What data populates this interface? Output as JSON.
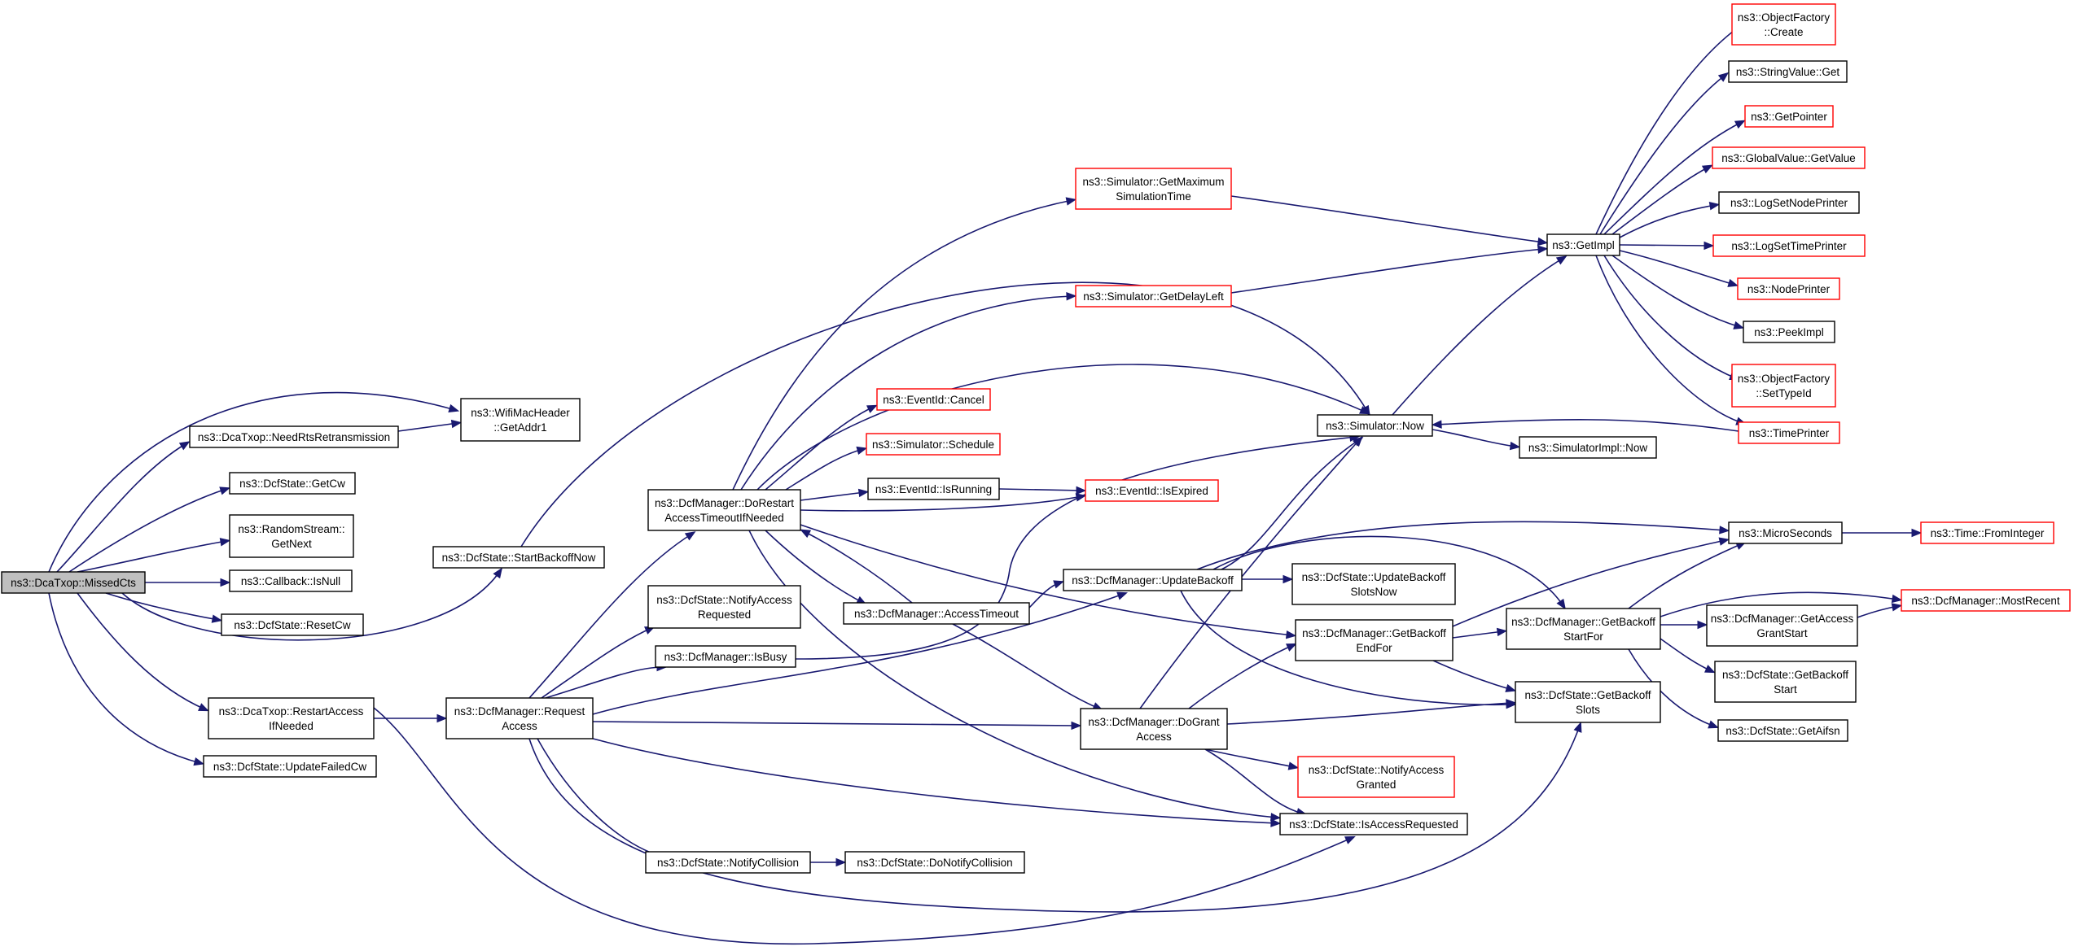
{
  "graph": {
    "kind": "call-graph",
    "colors": {
      "edge": "#191970",
      "root_fill": "#bfbfbf",
      "border_default": "#000000",
      "border_truncated": "#ff0000",
      "node_fill": "#ffffff"
    },
    "nodes": [
      {
        "id": "missedcts",
        "lines": [
          "ns3::DcaTxop::MissedCts"
        ],
        "root": true
      },
      {
        "id": "getaddr1",
        "lines": [
          "ns3::WifiMacHeader",
          "::GetAddr1"
        ]
      },
      {
        "id": "needrts",
        "lines": [
          "ns3::DcaTxop::NeedRtsRetransmission"
        ]
      },
      {
        "id": "getcw",
        "lines": [
          "ns3::DcfState::GetCw"
        ]
      },
      {
        "id": "randomgetnext",
        "lines": [
          "ns3::RandomStream::",
          "GetNext"
        ]
      },
      {
        "id": "isnull",
        "lines": [
          "ns3::Callback::IsNull"
        ]
      },
      {
        "id": "resetcw",
        "lines": [
          "ns3::DcfState::ResetCw"
        ]
      },
      {
        "id": "restartaccess",
        "lines": [
          "ns3::DcaTxop::RestartAccess",
          "IfNeeded"
        ]
      },
      {
        "id": "updatefailedcw",
        "lines": [
          "ns3::DcfState::UpdateFailedCw"
        ]
      },
      {
        "id": "startbackoffnow",
        "lines": [
          "ns3::DcfState::StartBackoffNow"
        ]
      },
      {
        "id": "requestaccess",
        "lines": [
          "ns3::DcfManager::Request",
          "Access"
        ]
      },
      {
        "id": "dorestart",
        "lines": [
          "ns3::DcfManager::DoRestart",
          "AccessTimeoutIfNeeded"
        ]
      },
      {
        "id": "notifyaccessreq",
        "lines": [
          "ns3::DcfState::NotifyAccess",
          "Requested"
        ]
      },
      {
        "id": "isbusy",
        "lines": [
          "ns3::DcfManager::IsBusy"
        ]
      },
      {
        "id": "notifycollision",
        "lines": [
          "ns3::DcfState::NotifyCollision"
        ]
      },
      {
        "id": "donotifycollision",
        "lines": [
          "ns3::DcfState::DoNotifyCollision"
        ]
      },
      {
        "id": "getmaxsim",
        "lines": [
          "ns3::Simulator::GetMaximum",
          "SimulationTime"
        ],
        "truncated": true
      },
      {
        "id": "getdelayleft",
        "lines": [
          "ns3::Simulator::GetDelayLeft"
        ],
        "truncated": true
      },
      {
        "id": "eventcancel",
        "lines": [
          "ns3::EventId::Cancel"
        ],
        "truncated": true
      },
      {
        "id": "schedule",
        "lines": [
          "ns3::Simulator::Schedule"
        ],
        "truncated": true
      },
      {
        "id": "isrunning",
        "lines": [
          "ns3::EventId::IsRunning"
        ]
      },
      {
        "id": "isexpired",
        "lines": [
          "ns3::EventId::IsExpired"
        ],
        "truncated": true
      },
      {
        "id": "accesstimeout",
        "lines": [
          "ns3::DcfManager::AccessTimeout"
        ]
      },
      {
        "id": "updatebackoff",
        "lines": [
          "ns3::DcfManager::UpdateBackoff"
        ]
      },
      {
        "id": "dogrant",
        "lines": [
          "ns3::DcfManager::DoGrant",
          "Access"
        ]
      },
      {
        "id": "notifyaccessgranted",
        "lines": [
          "ns3::DcfState::NotifyAccess",
          "Granted"
        ],
        "truncated": true
      },
      {
        "id": "isaccessreq",
        "lines": [
          "ns3::DcfState::IsAccessRequested"
        ]
      },
      {
        "id": "simnow",
        "lines": [
          "ns3::Simulator::Now"
        ]
      },
      {
        "id": "getimpl",
        "lines": [
          "ns3::GetImpl"
        ]
      },
      {
        "id": "simimplnow",
        "lines": [
          "ns3::SimulatorImpl::Now"
        ]
      },
      {
        "id": "updatebackoffslots",
        "lines": [
          "ns3::DcfState::UpdateBackoff",
          "SlotsNow"
        ]
      },
      {
        "id": "getbackoffendfor",
        "lines": [
          "ns3::DcfManager::GetBackoff",
          "EndFor"
        ]
      },
      {
        "id": "getbackoffstartfor",
        "lines": [
          "ns3::DcfManager::GetBackoff",
          "StartFor"
        ]
      },
      {
        "id": "getbackoffslots",
        "lines": [
          "ns3::DcfState::GetBackoff",
          "Slots"
        ]
      },
      {
        "id": "microseconds",
        "lines": [
          "ns3::MicroSeconds"
        ]
      },
      {
        "id": "frominteger",
        "lines": [
          "ns3::Time::FromInteger"
        ],
        "truncated": true
      },
      {
        "id": "mostrecent",
        "lines": [
          "ns3::DcfManager::MostRecent"
        ],
        "truncated": true
      },
      {
        "id": "getaccessgrantstart",
        "lines": [
          "ns3::DcfManager::GetAccess",
          "GrantStart"
        ]
      },
      {
        "id": "getbackoffstart",
        "lines": [
          "ns3::DcfState::GetBackoff",
          "Start"
        ]
      },
      {
        "id": "getaifsn",
        "lines": [
          "ns3::DcfState::GetAifsn"
        ]
      },
      {
        "id": "ofcreate",
        "lines": [
          "ns3::ObjectFactory",
          "::Create"
        ],
        "truncated": true
      },
      {
        "id": "stringget",
        "lines": [
          "ns3::StringValue::Get"
        ]
      },
      {
        "id": "getpointer",
        "lines": [
          "ns3::GetPointer"
        ],
        "truncated": true
      },
      {
        "id": "globalget",
        "lines": [
          "ns3::GlobalValue::GetValue"
        ],
        "truncated": true
      },
      {
        "id": "lognodeprinter",
        "lines": [
          "ns3::LogSetNodePrinter"
        ]
      },
      {
        "id": "logtimeprinter",
        "lines": [
          "ns3::LogSetTimePrinter"
        ],
        "truncated": true
      },
      {
        "id": "nodeprinter",
        "lines": [
          "ns3::NodePrinter"
        ],
        "truncated": true
      },
      {
        "id": "peekimpl",
        "lines": [
          "ns3::PeekImpl"
        ]
      },
      {
        "id": "ofsettypeid",
        "lines": [
          "ns3::ObjectFactory",
          "::SetTypeId"
        ],
        "truncated": true
      },
      {
        "id": "timeprinter",
        "lines": [
          "ns3::TimePrinter"
        ],
        "truncated": true
      }
    ],
    "edges": [
      [
        "missedcts",
        "getaddr1"
      ],
      [
        "missedcts",
        "needrts"
      ],
      [
        "missedcts",
        "getcw"
      ],
      [
        "missedcts",
        "randomgetnext"
      ],
      [
        "missedcts",
        "isnull"
      ],
      [
        "missedcts",
        "resetcw"
      ],
      [
        "missedcts",
        "restartaccess"
      ],
      [
        "missedcts",
        "updatefailedcw"
      ],
      [
        "missedcts",
        "startbackoffnow"
      ],
      [
        "needrts",
        "getaddr1"
      ],
      [
        "startbackoffnow",
        "simnow"
      ],
      [
        "restartaccess",
        "requestaccess"
      ],
      [
        "restartaccess",
        "isaccessreq"
      ],
      [
        "requestaccess",
        "dorestart"
      ],
      [
        "requestaccess",
        "notifyaccessreq"
      ],
      [
        "requestaccess",
        "isbusy"
      ],
      [
        "requestaccess",
        "updatebackoff"
      ],
      [
        "requestaccess",
        "dogrant"
      ],
      [
        "requestaccess",
        "isaccessreq"
      ],
      [
        "requestaccess",
        "notifycollision"
      ],
      [
        "requestaccess",
        "getbackoffslots"
      ],
      [
        "notifycollision",
        "donotifycollision"
      ],
      [
        "isbusy",
        "simnow"
      ],
      [
        "dorestart",
        "getmaxsim"
      ],
      [
        "dorestart",
        "getdelayleft"
      ],
      [
        "dorestart",
        "simnow"
      ],
      [
        "dorestart",
        "eventcancel"
      ],
      [
        "dorestart",
        "schedule"
      ],
      [
        "dorestart",
        "isrunning"
      ],
      [
        "dorestart",
        "isexpired"
      ],
      [
        "dorestart",
        "accesstimeout"
      ],
      [
        "dorestart",
        "getbackoffendfor"
      ],
      [
        "dorestart",
        "isaccessreq"
      ],
      [
        "isrunning",
        "isexpired"
      ],
      [
        "accesstimeout",
        "dorestart"
      ],
      [
        "accesstimeout",
        "updatebackoff"
      ],
      [
        "accesstimeout",
        "dogrant"
      ],
      [
        "updatebackoff",
        "simnow"
      ],
      [
        "updatebackoff",
        "microseconds"
      ],
      [
        "updatebackoff",
        "updatebackoffslots"
      ],
      [
        "updatebackoff",
        "getbackoffstartfor"
      ],
      [
        "updatebackoff",
        "getbackoffslots"
      ],
      [
        "dogrant",
        "simnow"
      ],
      [
        "dogrant",
        "getbackoffendfor"
      ],
      [
        "dogrant",
        "getbackoffslots"
      ],
      [
        "dogrant",
        "notifyaccessgranted"
      ],
      [
        "dogrant",
        "isaccessreq"
      ],
      [
        "getbackoffendfor",
        "getbackoffstartfor"
      ],
      [
        "getbackoffendfor",
        "microseconds"
      ],
      [
        "getbackoffendfor",
        "getbackoffslots"
      ],
      [
        "getbackoffstartfor",
        "microseconds"
      ],
      [
        "getbackoffstartfor",
        "getaccessgrantstart"
      ],
      [
        "getbackoffstartfor",
        "getbackoffstart"
      ],
      [
        "getbackoffstartfor",
        "getaifsn"
      ],
      [
        "getbackoffstartfor",
        "mostrecent"
      ],
      [
        "getaccessgrantstart",
        "mostrecent"
      ],
      [
        "microseconds",
        "frominteger"
      ],
      [
        "getmaxsim",
        "getimpl"
      ],
      [
        "getdelayleft",
        "getimpl"
      ],
      [
        "simnow",
        "getimpl"
      ],
      [
        "simnow",
        "simimplnow"
      ],
      [
        "getimpl",
        "ofcreate"
      ],
      [
        "getimpl",
        "stringget"
      ],
      [
        "getimpl",
        "getpointer"
      ],
      [
        "getimpl",
        "globalget"
      ],
      [
        "getimpl",
        "lognodeprinter"
      ],
      [
        "getimpl",
        "logtimeprinter"
      ],
      [
        "getimpl",
        "nodeprinter"
      ],
      [
        "getimpl",
        "peekimpl"
      ],
      [
        "getimpl",
        "ofsettypeid"
      ],
      [
        "getimpl",
        "timeprinter"
      ],
      [
        "timeprinter",
        "simnow"
      ]
    ]
  }
}
